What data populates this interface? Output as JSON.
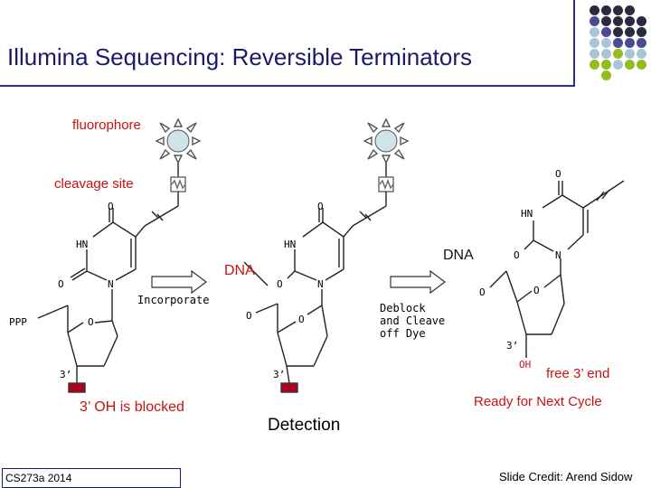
{
  "slide": {
    "title": "Illumina Sequencing:  Reversible Terminators",
    "footer_left": "CS273a 2014",
    "footer_right": "Slide Credit: Arend Sidow"
  },
  "labels": {
    "fluorophore": "fluorophore",
    "cleavage_site": "cleavage site",
    "incorporate": "Incorporate",
    "dna1": "DNA",
    "dna2": "DNA",
    "deblock_1": "Deblock",
    "deblock_2": "and Cleave",
    "deblock_3": "off Dye",
    "oh_blocked": "3’ OH is blocked",
    "detection": "Detection",
    "free_end": "free 3’ end",
    "ready": "Ready for Next Cycle"
  },
  "chem": {
    "hn": "HN",
    "n": "N",
    "o": "O",
    "oh": "OH",
    "ppp": "PPP",
    "three_prime": "3’"
  },
  "colors": {
    "title": "#1a1a6e",
    "label_red": "#cc1111",
    "fluorophore_fill": "#cfe3ea",
    "block": "#b00020",
    "dots": [
      "#2b2b40",
      "#4a4a96",
      "#a9c6d6",
      "#93bd1a"
    ]
  }
}
